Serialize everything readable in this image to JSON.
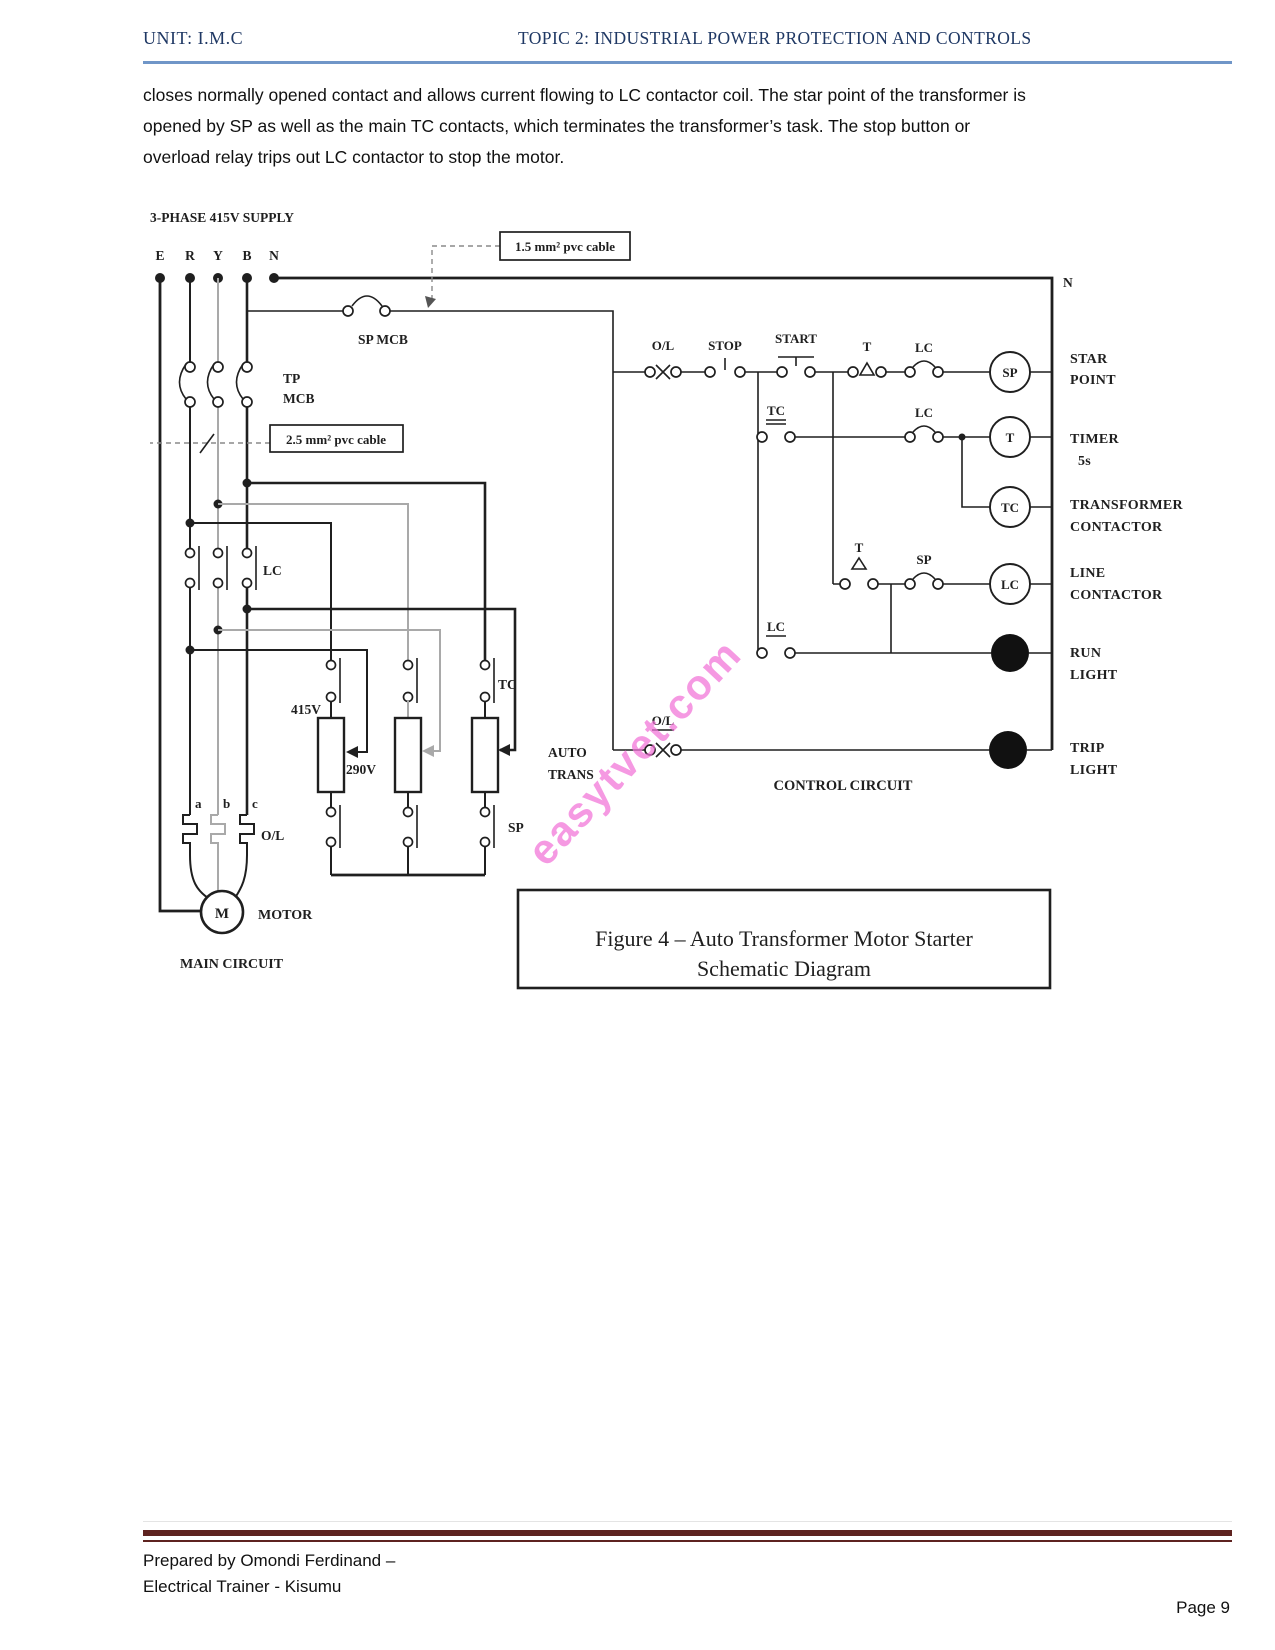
{
  "header": {
    "unit": "UNIT: I.M.C",
    "topic": "TOPIC 2: INDUSTRIAL POWER PROTECTION AND CONTROLS"
  },
  "body": {
    "lines": [
      "closes normally opened contact and allows current flowing to LC contactor coil. The star point of the transformer is",
      "opened by SP as well as the main TC contacts, which terminates the transformer’s task. The stop button or",
      "overload relay trips out LC contactor to stop the motor."
    ]
  },
  "diagram": {
    "supply_title": "3-PHASE 415V SUPPLY",
    "phases": {
      "e": "E",
      "r": "R",
      "y": "Y",
      "b": "B",
      "n": "N"
    },
    "callout_15": "1.5 mm² pvc cable",
    "callout_25": "2.5 mm² pvc cable",
    "sp_mcb": "SP MCB",
    "tp_mcb_1": "TP",
    "tp_mcb_2": "MCB",
    "lc_main": "LC",
    "tc_main": "TC",
    "sp_main": "SP",
    "v415": "415V",
    "v290": "290V",
    "auto_1": "AUTO",
    "auto_2": "TRANS",
    "term_a": "a",
    "term_b": "b",
    "term_c": "c",
    "ol_main": "O/L",
    "motor_m": "M",
    "motor": "MOTOR",
    "main_circuit": "MAIN CIRCUIT",
    "n_label": "N",
    "ctl": {
      "ol": "O/L",
      "stop": "STOP",
      "start": "START",
      "t": "T",
      "lc": "LC",
      "tc": "TC",
      "sp": "SP",
      "coil_sp": "SP",
      "coil_t": "T",
      "coil_tc": "TC",
      "coil_lc": "LC",
      "title": "CONTROL CIRCUIT"
    },
    "out": {
      "star_1": "STAR",
      "star_2": "POINT",
      "timer_1": "TIMER",
      "timer_2": "5s",
      "tx_1": "TRANSFORMER",
      "tx_2": "CONTACTOR",
      "line_1": "LINE",
      "line_2": "CONTACTOR",
      "run_1": "RUN",
      "run_2": "LIGHT",
      "trip_1": "TRIP",
      "trip_2": "LIGHT"
    },
    "caption_1": "Figure 4 – Auto Transformer Motor Starter",
    "caption_2": "Schematic Diagram",
    "watermark": "easytvet.com"
  },
  "footer": {
    "prepared_1": "Prepared by Omondi Ferdinand –",
    "prepared_2": "Electrical Trainer - Kisumu",
    "page": "Page 9"
  },
  "colors": {
    "header_text": "#1f3864",
    "header_rule": "#7096c8",
    "footer_rule": "#5e2320",
    "watermark": "#f272d8",
    "ink": "#1f1f1f",
    "grey_wire": "#a9a9a9"
  }
}
